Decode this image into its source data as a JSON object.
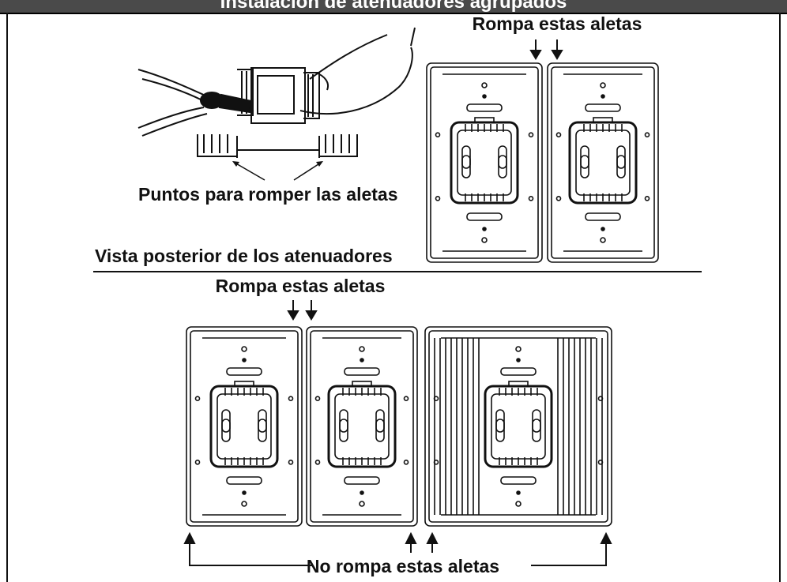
{
  "header": {
    "title": "Instalación de atenuadores agrupados"
  },
  "labels": {
    "top_break": "Rompa estas aletas",
    "break_points": "Puntos para romper las aletas",
    "rear_view": "Vista posterior de los atenuadores",
    "bottom_break": "Rompa estas aletas",
    "do_not_break": "No rompa estas aletas"
  },
  "colors": {
    "header": "#4a4a4a",
    "line": "#111111",
    "background": "#ffffff"
  }
}
